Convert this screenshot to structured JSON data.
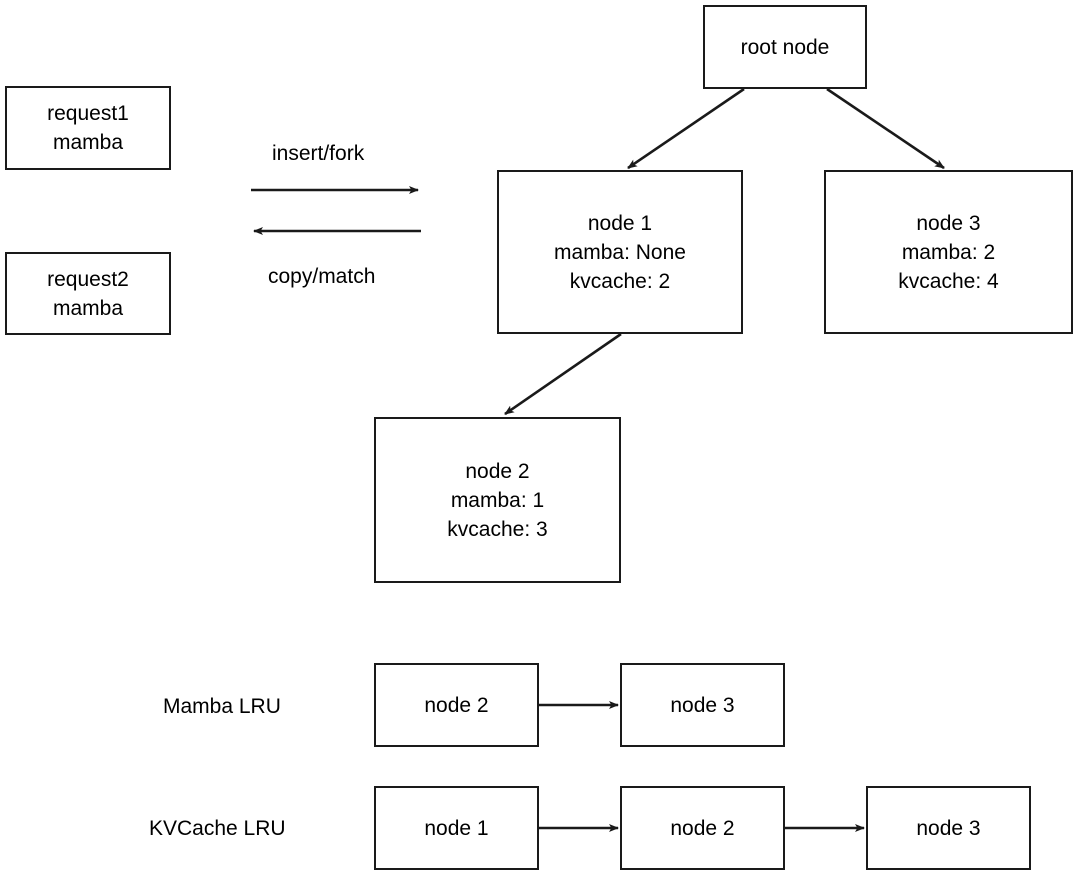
{
  "diagram": {
    "title_present": false,
    "background_color": "#ffffff",
    "stroke_color": "#1a1a1a",
    "text_color": "#000000",
    "requests": [
      {
        "id": "request1",
        "lines": [
          "request1",
          "mamba"
        ]
      },
      {
        "id": "request2",
        "lines": [
          "request2",
          "mamba"
        ]
      }
    ],
    "operations": [
      {
        "id": "insert-fork",
        "label": "insert/fork",
        "direction": "right"
      },
      {
        "id": "copy-match",
        "label": "copy/match",
        "direction": "left"
      }
    ],
    "tree": {
      "root": {
        "id": "root",
        "lines": [
          "root node"
        ]
      },
      "nodes": [
        {
          "id": "node1",
          "lines": [
            "node 1",
            "mamba: None",
            "kvcache: 2"
          ],
          "name": "node 1",
          "mamba": "None",
          "kvcache": "2"
        },
        {
          "id": "node2",
          "lines": [
            "node 2",
            "mamba: 1",
            "kvcache: 3"
          ],
          "name": "node 2",
          "mamba": "1",
          "kvcache": "3"
        },
        {
          "id": "node3",
          "lines": [
            "node 3",
            "mamba: 2",
            "kvcache: 4"
          ],
          "name": "node 3",
          "mamba": "2",
          "kvcache": "4"
        }
      ],
      "edges": [
        {
          "from": "root",
          "to": "node1"
        },
        {
          "from": "root",
          "to": "node3"
        },
        {
          "from": "node1",
          "to": "node2"
        }
      ]
    },
    "lru_lists": [
      {
        "id": "mamba-lru",
        "label": "Mamba LRU",
        "items": [
          "node 2",
          "node 3"
        ]
      },
      {
        "id": "kvcache-lru",
        "label": "KVCache LRU",
        "items": [
          "node 1",
          "node 2",
          "node 3"
        ]
      }
    ]
  }
}
